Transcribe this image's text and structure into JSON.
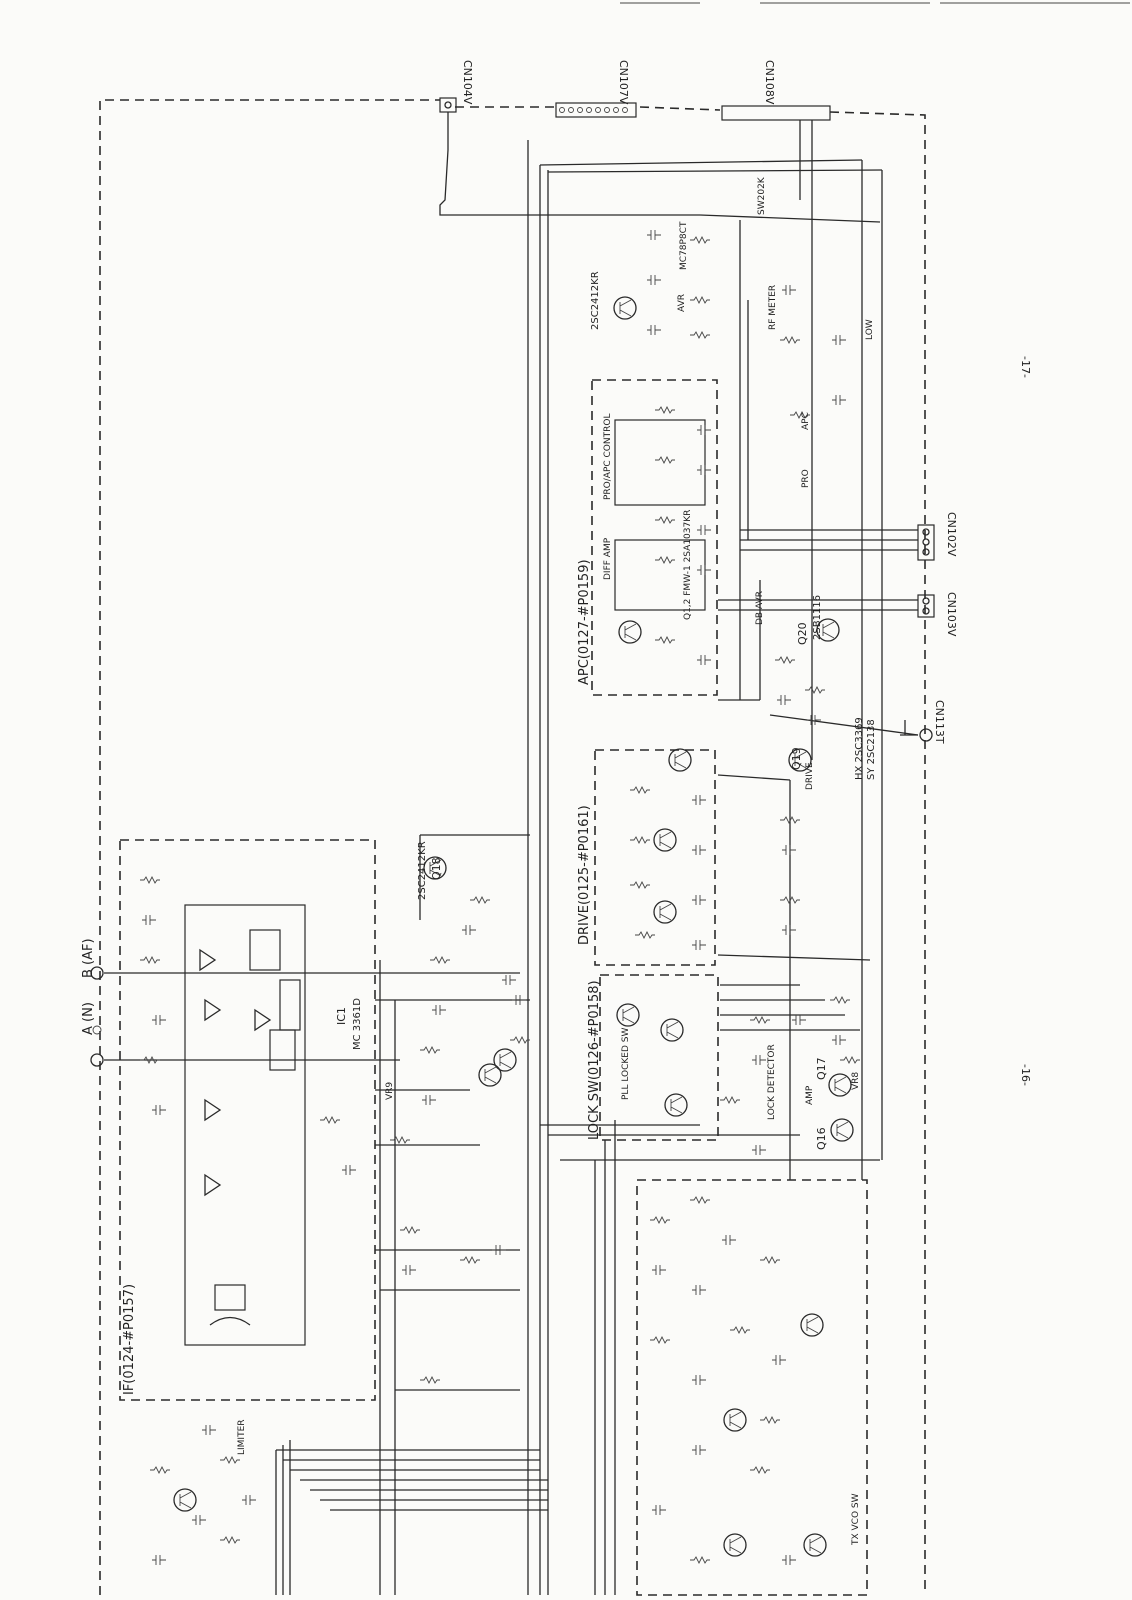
{
  "page_numbers": {
    "left": "-16-",
    "right": "-17-"
  },
  "terminals": {
    "a": "A (N)",
    "b": "B (AF)"
  },
  "connectors": {
    "cn104": "CN104V",
    "cn107": "CN107V",
    "cn108": "CN108V",
    "cn102": "CN102V",
    "cn103": "CN103V",
    "cn113": "CN113T"
  },
  "modules": {
    "if": "IF(0124-#P0157)",
    "lock_sw": "LOCK SW(0126-#P0158)",
    "drive": "DRIVE(0125-#P0161)",
    "apc": "APC(0127-#P0159)"
  },
  "labels": {
    "pro_apc": "PRO/APC CONTROL",
    "diff_amp": "DIFF AMP",
    "drive": "DRIVE",
    "rf_meter": "RF METER",
    "avr": "AVR",
    "apc": "APC",
    "pro": "PRO",
    "low": "LOW",
    "lock_detector": "LOCK DETECTOR",
    "limiter": "LIMITER",
    "tx_vco_sw": "TX VCO SW",
    "pll_locked_sw": "PLL LOCKED SW",
    "db_avr": "DB AVR",
    "amp": "AMP",
    "ic1_part": "MC 3361D",
    "ic1": "IC1",
    "q19_hx": "HX 2SC3369",
    "q19_sy": "SY 2SC2138",
    "q20": "2SB1116",
    "q18": "2SC2412KR",
    "q9": "2SC2412KR",
    "ic_avr": "MC78P8CT",
    "q17": "Q17",
    "q16": "Q16",
    "q19": "Q19",
    "q20_ref": "Q20",
    "q18_ref": "Q18",
    "q12_label": "Q1,2  FMW-1  2SA1037KR",
    "sw202": "SW202K",
    "vrp": "VR9",
    "vr8": "VR8"
  }
}
